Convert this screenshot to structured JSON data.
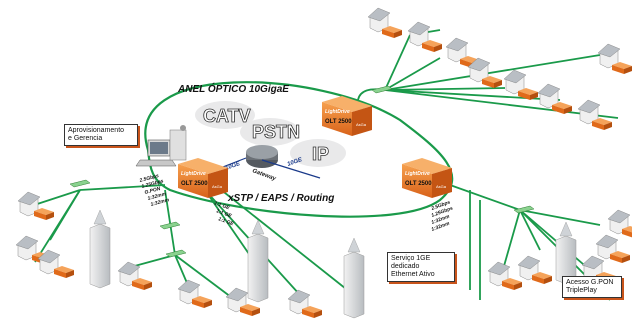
{
  "ring": {
    "title": "ANEL ÓPTICO 10GigaE",
    "protocols": "xSTP / EAPS / Routing"
  },
  "services": {
    "catv": "CATV",
    "pstn": "PSTN",
    "ip": "IP"
  },
  "gateway": {
    "label": "Gateway",
    "link": "10GE",
    "link2": "10GE"
  },
  "olts": [
    {
      "brand": "LightDrive",
      "model": "OLT 2500",
      "suffix": "AsGa"
    },
    {
      "brand": "LightDrive",
      "model": "OLT 2500",
      "suffix": "AsGa"
    },
    {
      "brand": "LightDrive",
      "model": "OLT 2500",
      "suffix": "AsGa"
    }
  ],
  "left_olt_ports": [
    "2.5Gbps",
    "1.25Gbps",
    "G.PON",
    "1:32mm",
    "1:32mm"
  ],
  "ge_links": [
    "1:1 GE",
    "1:1 GE",
    "1:1 GE"
  ],
  "right_olt_ports": [
    "2.5Gbps",
    "1.25Gbps",
    "1:32mm",
    "1:32mm"
  ],
  "callouts": {
    "provisioning": "Aprovisionamento\ne Gerencia",
    "service_1ge": "Serviço 1GE\ndedicado\nEthernet Ativo",
    "gpon_access": "Acesso G.PON\nTriplePlay"
  },
  "colors": {
    "fiber": "#1a9a4a",
    "olt": "#e8782a",
    "onu": "#e06a1a",
    "accent_red": "#c9541b"
  }
}
